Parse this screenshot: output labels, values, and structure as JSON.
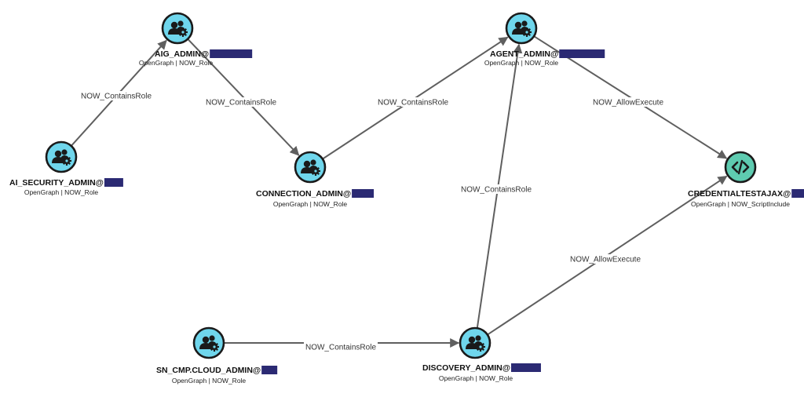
{
  "graph": {
    "colors": {
      "role_node": "#6fd6ec",
      "script_node": "#5ecbb0",
      "node_border": "#1a1a1a",
      "edge": "#5f5f5f",
      "redaction": "#2b2a73"
    },
    "nodes": [
      {
        "id": "aig",
        "title": "AIG_ADMIN@",
        "subtitle": "OpenGraph | NOW_Role",
        "icon": "users-gear-icon"
      },
      {
        "id": "agent",
        "title": "AGENT_ADMIN@",
        "subtitle": "OpenGraph | NOW_Role",
        "icon": "users-gear-icon"
      },
      {
        "id": "aisec",
        "title": "AI_SECURITY_ADMIN@",
        "subtitle": "OpenGraph | NOW_Role",
        "icon": "users-gear-icon"
      },
      {
        "id": "conn",
        "title": "CONNECTION_ADMIN@",
        "subtitle": "OpenGraph | NOW_Role",
        "icon": "users-gear-icon"
      },
      {
        "id": "cred",
        "title": "CREDENTIALTESTAJAX@",
        "subtitle": "OpenGraph | NOW_ScriptInclude",
        "icon": "code-icon"
      },
      {
        "id": "sncmp",
        "title": "SN_CMP.CLOUD_ADMIN@",
        "subtitle": "OpenGraph | NOW_Role",
        "icon": "users-gear-icon"
      },
      {
        "id": "disc",
        "title": "DISCOVERY_ADMIN@",
        "subtitle": "OpenGraph | NOW_Role",
        "icon": "users-gear-icon"
      }
    ],
    "edges": [
      {
        "from": "aisec",
        "to": "aig",
        "label": "NOW_ContainsRole"
      },
      {
        "from": "aig",
        "to": "conn",
        "label": "NOW_ContainsRole"
      },
      {
        "from": "conn",
        "to": "agent",
        "label": "NOW_ContainsRole"
      },
      {
        "from": "agent",
        "to": "cred",
        "label": "NOW_AllowExecute"
      },
      {
        "from": "disc",
        "to": "agent",
        "label": "NOW_ContainsRole"
      },
      {
        "from": "disc",
        "to": "cred",
        "label": "NOW_AllowExecute"
      },
      {
        "from": "sncmp",
        "to": "disc",
        "label": "NOW_ContainsRole"
      }
    ]
  }
}
